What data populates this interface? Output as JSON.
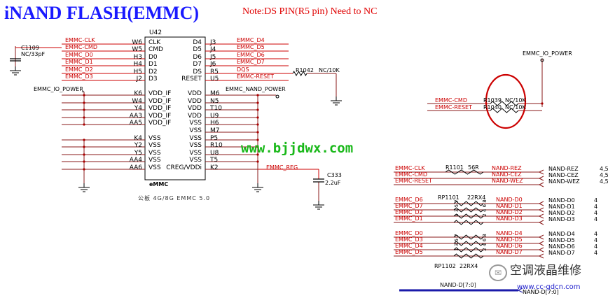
{
  "header": {
    "title": "iNAND FLASH(EMMC)",
    "note": "Note:DS PIN(R5 pin) Need to NC"
  },
  "chip": {
    "ref": "U42",
    "part": "eMMC",
    "footer": "公板   4G/8G EMMC 5.0",
    "left_pins": [
      {
        "num": "W6",
        "name": "CLK",
        "net": "EMMC-CLK"
      },
      {
        "num": "W5",
        "name": "CMD",
        "net": "EMMC-CMD"
      },
      {
        "num": "H3",
        "name": "D0",
        "net": "EMMC_D0"
      },
      {
        "num": "H4",
        "name": "D1",
        "net": "EMMC_D1"
      },
      {
        "num": "H5",
        "name": "D2",
        "net": "EMMC_D2"
      },
      {
        "num": "J2",
        "name": "D3",
        "net": "EMMC_D3"
      },
      {
        "num": "K6",
        "name": "VDD_IF",
        "net": ""
      },
      {
        "num": "W4",
        "name": "VDD_IF",
        "net": ""
      },
      {
        "num": "Y4",
        "name": "VDD_IF",
        "net": ""
      },
      {
        "num": "AA3",
        "name": "VDD_IF",
        "net": ""
      },
      {
        "num": "AA5",
        "name": "VDD_IF",
        "net": ""
      },
      {
        "num": "K4",
        "name": "VSS",
        "net": ""
      },
      {
        "num": "Y2",
        "name": "VSS",
        "net": ""
      },
      {
        "num": "Y5",
        "name": "VSS",
        "net": ""
      },
      {
        "num": "AA4",
        "name": "VSS",
        "net": ""
      },
      {
        "num": "AA6",
        "name": "VSS",
        "net": ""
      }
    ],
    "right_pins": [
      {
        "num": "J3",
        "name": "D4",
        "net": "EMMC_D4"
      },
      {
        "num": "J4",
        "name": "D5",
        "net": "EMMC_D5"
      },
      {
        "num": "J5",
        "name": "D6",
        "net": "EMMC_D6"
      },
      {
        "num": "J6",
        "name": "D7",
        "net": "EMMC_D7"
      },
      {
        "num": "R5",
        "name": "DS",
        "net": "DQS"
      },
      {
        "num": "U5",
        "name": "RESET",
        "net": "EMMC-RESET"
      },
      {
        "num": "M6",
        "name": "VDD",
        "net": ""
      },
      {
        "num": "N5",
        "name": "VDD",
        "net": ""
      },
      {
        "num": "T10",
        "name": "VDD",
        "net": ""
      },
      {
        "num": "U9",
        "name": "VDD",
        "net": ""
      },
      {
        "num": "H6",
        "name": "VSS",
        "net": ""
      },
      {
        "num": "M7",
        "name": "VSS",
        "net": ""
      },
      {
        "num": "P5",
        "name": "VSS",
        "net": ""
      },
      {
        "num": "R10",
        "name": "VSS",
        "net": ""
      },
      {
        "num": "U8",
        "name": "VSS",
        "net": ""
      },
      {
        "num": "T5",
        "name": "VSS",
        "net": ""
      },
      {
        "num": "K2",
        "name": "CREG/VDDi",
        "net": ""
      }
    ]
  },
  "cap_c1109": {
    "ref": "C1109",
    "value": "NC/33pF"
  },
  "cap_c333": {
    "ref": "C333",
    "value": "2.2uF"
  },
  "res_r1042": {
    "ref": "R1042",
    "value": "NC/10K"
  },
  "power": {
    "io_left": "EMMC_IO_POWER",
    "nand": "EMMC_NAND_POWER",
    "io_right": "EMMC_IO_POWER",
    "creg_net": "EMMC_REG"
  },
  "pullups": [
    {
      "net": "EMMC-CMD",
      "ref": "R1039",
      "value": "NC/10K"
    },
    {
      "net": "EMMC-RESET",
      "ref": "R1040",
      "value": "NC/10K"
    }
  ],
  "ctrl": {
    "res_ref": "R1101",
    "res_value": "56R",
    "rows": [
      {
        "net": "EMMC-CLK",
        "nand": "NAND-REZ",
        "port": "NAND-REZ",
        "page": "4,5"
      },
      {
        "net": "EMMC-CMD",
        "nand": "NAND-CEZ",
        "port": "NAND-CEZ",
        "page": "4,5"
      },
      {
        "net": "EMMC-RESET",
        "nand": "NAND-WEZ",
        "port": "NAND-WEZ",
        "page": "4,5"
      }
    ]
  },
  "rp1101": {
    "ref": "RP1101",
    "value": "22RX4",
    "rows": [
      {
        "net": "EMMC_D6",
        "nand": "NAND-D0",
        "port": "NAND-D0",
        "page": "4"
      },
      {
        "net": "EMMC_D7",
        "nand": "NAND-D1",
        "port": "NAND-D1",
        "page": "4"
      },
      {
        "net": "EMMC_D2",
        "nand": "NAND-D2",
        "port": "NAND-D2",
        "page": "4"
      },
      {
        "net": "EMMC_D1",
        "nand": "NAND-D3",
        "port": "NAND-D3",
        "page": "4"
      }
    ],
    "pins_left": "1 3 5 7",
    "pins_right": "2 4 6 8"
  },
  "rp1102": {
    "ref": "RP1102",
    "value": "22RX4",
    "rows": [
      {
        "net": "EMMC_D0",
        "nand": "NAND-D4",
        "port": "NAND-D4",
        "page": "4"
      },
      {
        "net": "EMMC_D3",
        "nand": "NAND-D5",
        "port": "NAND-D5",
        "page": "4"
      },
      {
        "net": "EMMC_D4",
        "nand": "NAND-D6",
        "port": "NAND-D6",
        "page": "4"
      },
      {
        "net": "EMMC_D5",
        "nand": "NAND-D7",
        "port": "NAND-D7",
        "page": "4"
      }
    ],
    "pins_left": "1 3 5 7",
    "pins_right": "2 4 6 8"
  },
  "bus": {
    "label": "NAND-D[7:0]",
    "port": "NAND-D[7:0]"
  },
  "watermark": {
    "site": "www.bjjdwx.com",
    "brand": "空调液晶维修",
    "brand_url": "www.cc-gdcn.com"
  },
  "colors": {
    "wire": "#cc0000",
    "wire_dark": "#8a1a1a",
    "pin_black": "#000000",
    "title": "#1a1aff",
    "note": "#e00000",
    "highlight": "#cc0000",
    "bus": "#1a1aaa",
    "watermark": "#19b819"
  }
}
